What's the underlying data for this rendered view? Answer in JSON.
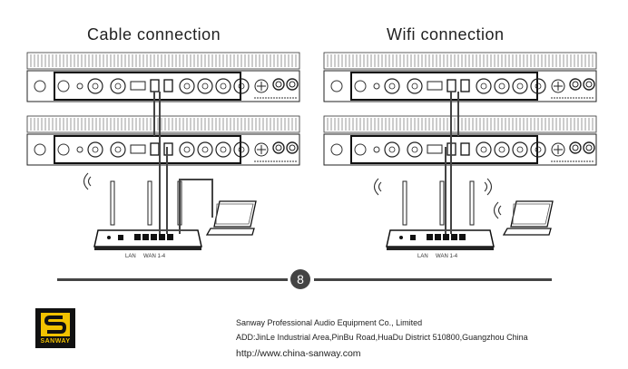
{
  "sections": {
    "cable_title": "Cable connection",
    "wifi_title": "Wifi connection"
  },
  "router_labels": {
    "lan": "LAN",
    "wan": "WAN 1-4"
  },
  "page_number": "8",
  "logo": {
    "letter": "S",
    "word": "SANWAY"
  },
  "footer": {
    "company": "Sanway Professional Audio Equipment Co., Limited",
    "address": "ADD:JinLe Industrial Area,PinBu Road,HuaDu District 510800,Guangzhou China",
    "website": "http://www.china-sanway.com"
  },
  "colors": {
    "rule": "#444444",
    "logo_yellow": "#f2c200",
    "logo_black": "#111111"
  }
}
